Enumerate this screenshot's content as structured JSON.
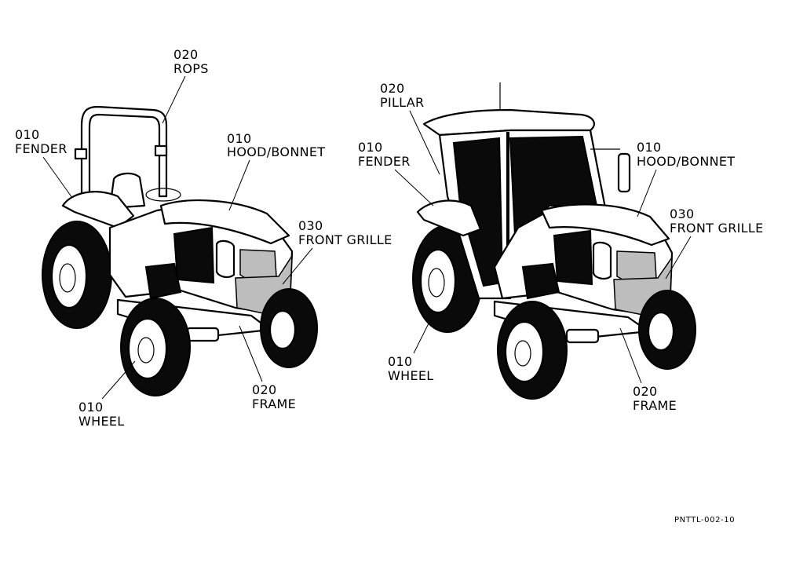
{
  "rops_tractor": {
    "labels": [
      {
        "id": "rops",
        "code": "020",
        "name": "ROPS"
      },
      {
        "id": "fender",
        "code": "010",
        "name": "FENDER"
      },
      {
        "id": "hood",
        "code": "010",
        "name": "HOOD/BONNET"
      },
      {
        "id": "grille",
        "code": "030",
        "name": "FRONT GRILLE"
      },
      {
        "id": "wheel",
        "code": "010",
        "name": "WHEEL"
      },
      {
        "id": "frame",
        "code": "020",
        "name": "FRAME"
      }
    ]
  },
  "cab_tractor": {
    "labels": [
      {
        "id": "pillar",
        "code": "020",
        "name": "PILLAR"
      },
      {
        "id": "fender",
        "code": "010",
        "name": "FENDER"
      },
      {
        "id": "hood",
        "code": "010",
        "name": "HOOD/BONNET"
      },
      {
        "id": "grille",
        "code": "030",
        "name": "FRONT GRILLE"
      },
      {
        "id": "wheel",
        "code": "010",
        "name": "WHEEL"
      },
      {
        "id": "frame",
        "code": "020",
        "name": "FRAME"
      }
    ]
  },
  "part_number": "PNTTL-002-10",
  "colors": {
    "ink": "#000000",
    "paper": "#ffffff"
  }
}
